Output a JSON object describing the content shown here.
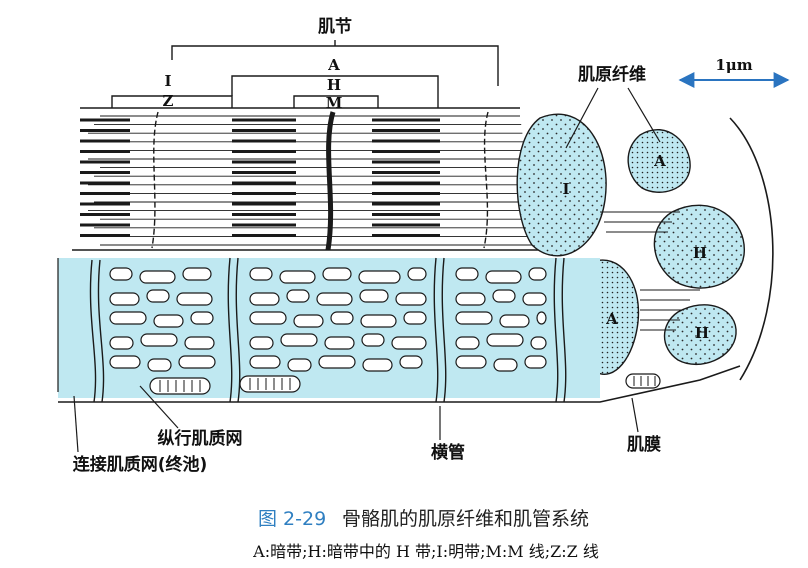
{
  "colors": {
    "cyan": "#bfe8f1",
    "stroke": "#1a1a1a",
    "blue_arrow": "#2a74c0",
    "caption_blue": "#2f7fc1"
  },
  "labels": {
    "sarcomere": "肌节",
    "myofibril": "肌原纤维",
    "scale": "1μm",
    "longitudinal_tubule": "纵行肌质网",
    "terminal_cisterna": "连接肌质网(终池)",
    "t_tubule": "横管",
    "sarcolemma": "肌膜"
  },
  "bands": {
    "I": "I",
    "A": "A",
    "H": "H",
    "Z": "Z",
    "M": "M"
  },
  "caption": {
    "figure_number": "图 2-29",
    "title": "骨骼肌的肌原纤维和肌管系统",
    "legend": "A:暗带;H:暗带中的 H 带;I:明带;M:M 线;Z:Z 线"
  }
}
